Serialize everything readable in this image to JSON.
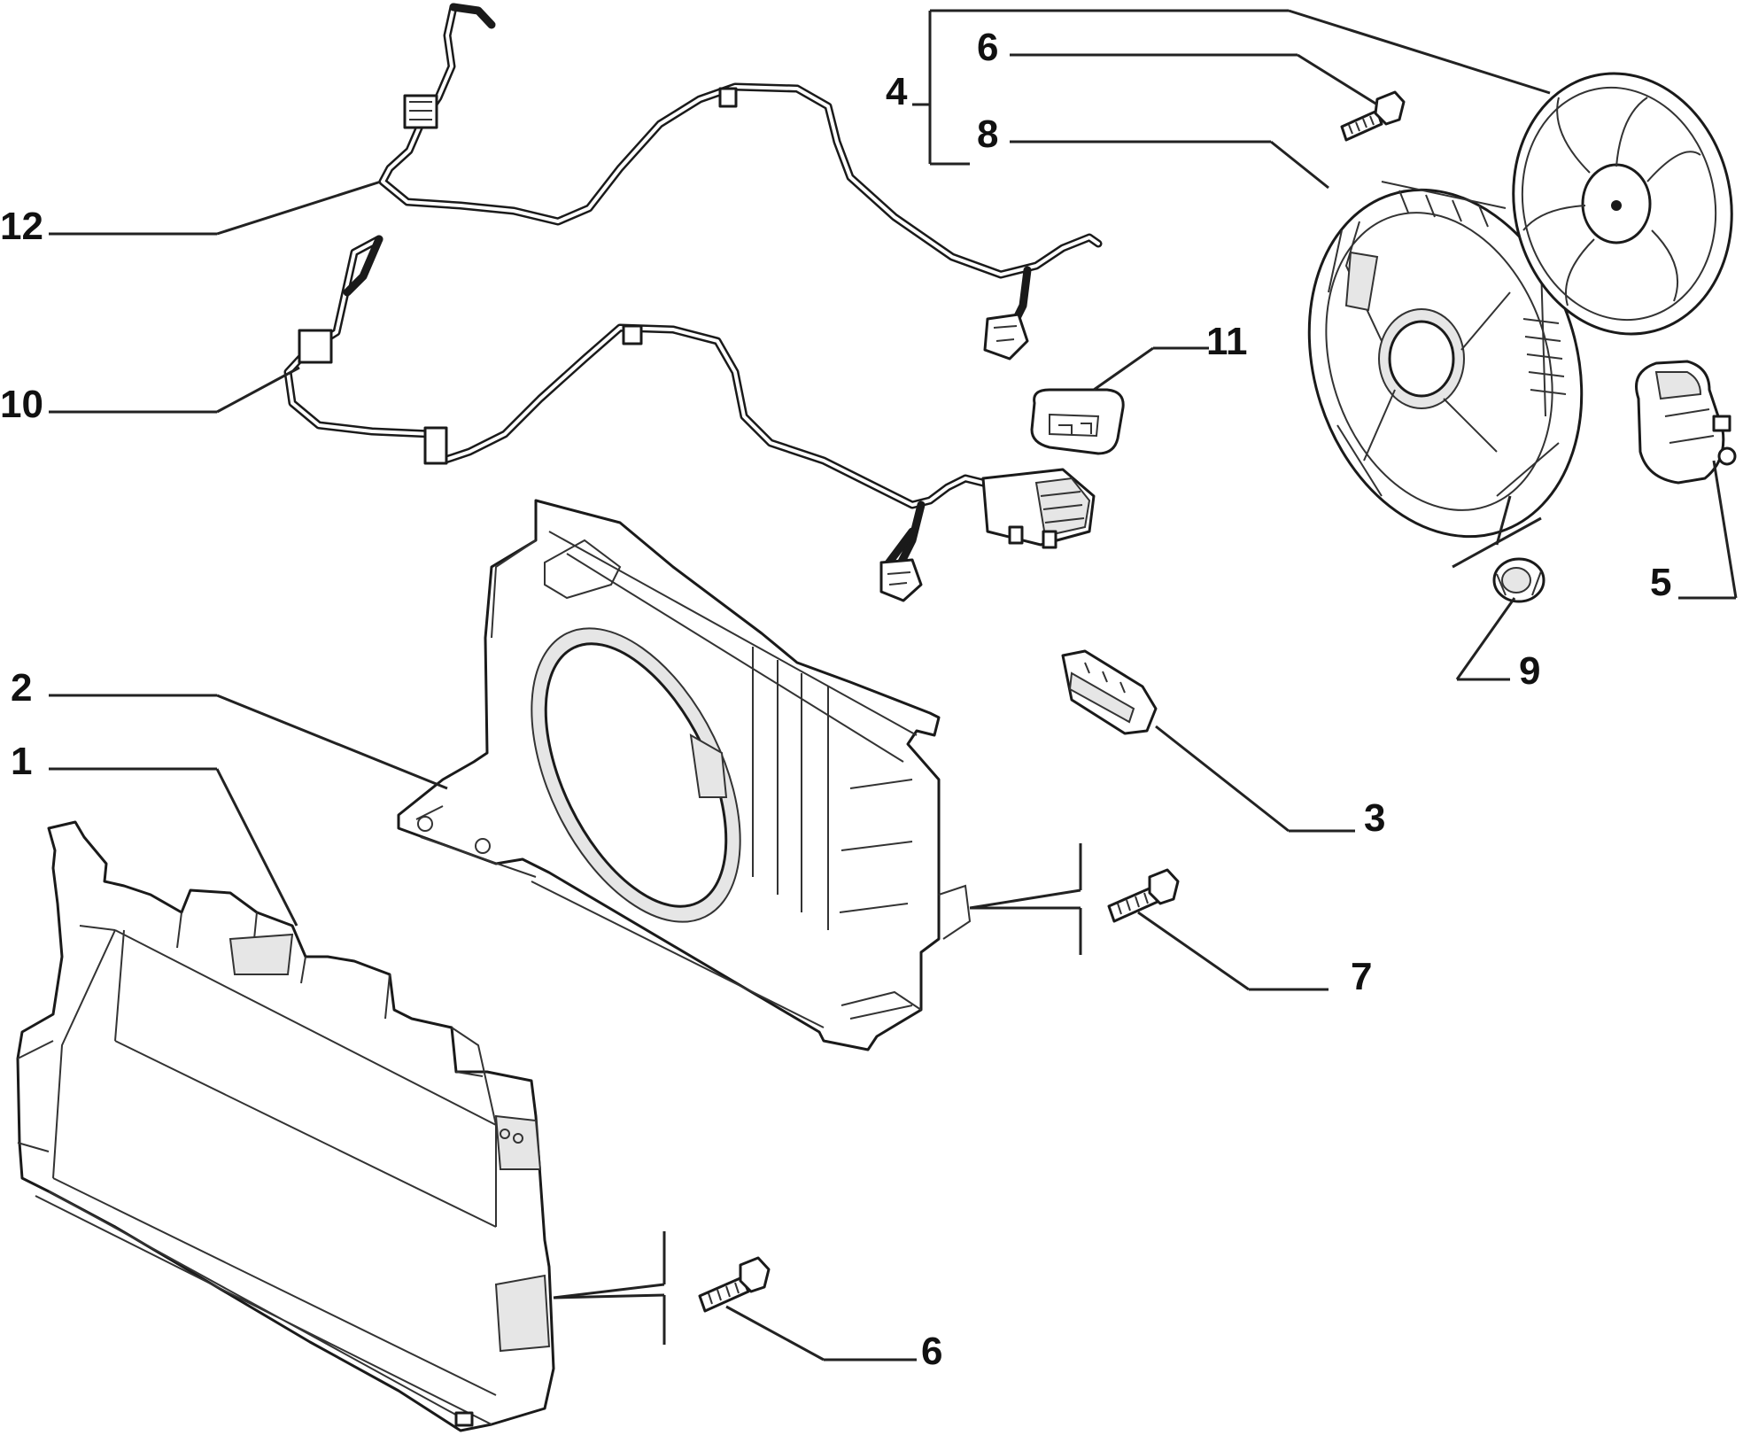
{
  "colors": {
    "line": "#1a1a1a",
    "background": "#ffffff",
    "shade": "#e6e6e6"
  },
  "callouts": {
    "c1": "1",
    "c2": "2",
    "c3": "3",
    "c4": "4",
    "c5": "5",
    "c6_top": "6",
    "c6_bottom": "6",
    "c7": "7",
    "c8": "8",
    "c9": "9",
    "c10": "10",
    "c11": "11",
    "c12": "12"
  }
}
